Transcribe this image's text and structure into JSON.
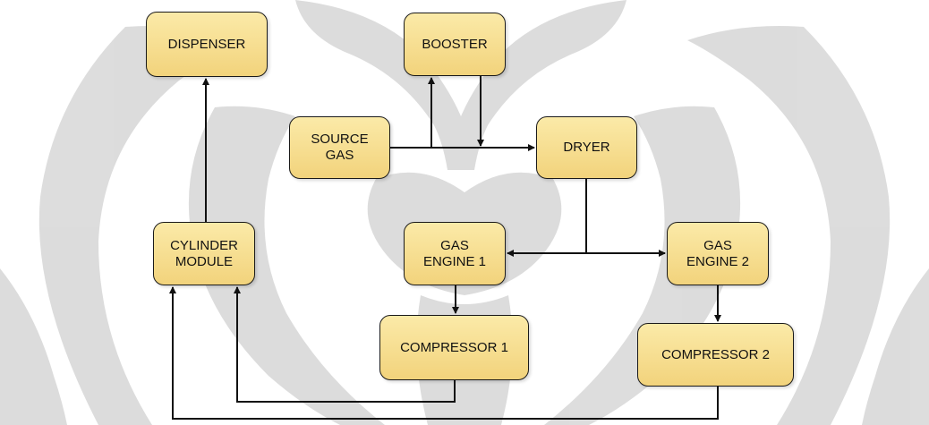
{
  "colors": {
    "node_fill_top": "#fbeaa8",
    "node_fill_bottom": "#f2d37c",
    "node_border": "#1a1a1a",
    "edge": "#111111",
    "watermark": "#d7d7d7"
  },
  "watermark": {
    "description_icon": "university-emblem-watermark"
  },
  "nodes": {
    "dispenser": {
      "label": "DISPENSER"
    },
    "booster": {
      "label": "BOOSTER"
    },
    "source_gas": {
      "label": "SOURCE\nGAS"
    },
    "dryer": {
      "label": "DRYER"
    },
    "cylinder": {
      "label": "CYLINDER\nMODULE"
    },
    "engine1": {
      "label": "GAS\nENGINE 1"
    },
    "engine2": {
      "label": "GAS\nENGINE 2"
    },
    "compressor1": {
      "label": "COMPRESSOR 1"
    },
    "compressor2": {
      "label": "COMPRESSOR 2"
    }
  },
  "edges": [
    {
      "from": "source_gas",
      "to": "dryer"
    },
    {
      "from": "source_gas",
      "to": "booster"
    },
    {
      "from": "booster",
      "to": "dryer"
    },
    {
      "from": "dryer",
      "to": "engine1"
    },
    {
      "from": "dryer",
      "to": "engine2"
    },
    {
      "from": "engine1",
      "to": "compressor1"
    },
    {
      "from": "engine2",
      "to": "compressor2"
    },
    {
      "from": "compressor1",
      "to": "cylinder"
    },
    {
      "from": "compressor2",
      "to": "cylinder"
    },
    {
      "from": "cylinder",
      "to": "dispenser"
    }
  ]
}
